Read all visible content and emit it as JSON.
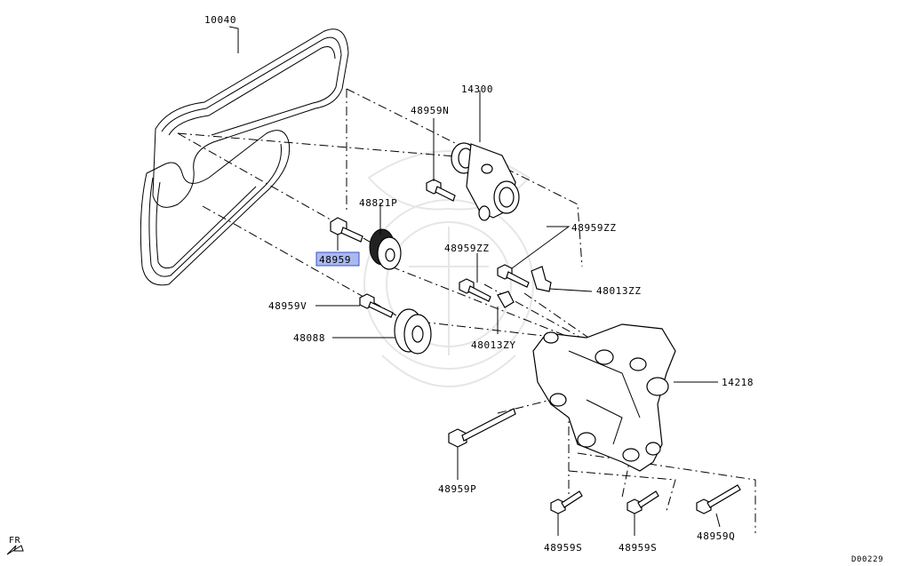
{
  "diagram": {
    "labels": {
      "belt": "10040",
      "tensioner": "14300",
      "tensioner_bolt": "48959N",
      "idler_pulley_grooved": "48821P",
      "idler_bolt_highlight": "48959",
      "bolt_zz": "48959ZZ",
      "bracket_zz": "48013ZZ",
      "bracket_zy": "48013ZY",
      "bolt_v": "48959V",
      "idler_pulley_smooth": "48088",
      "main_bracket": "14218",
      "bolt_p": "48959P",
      "bolt_s1": "48959S",
      "bolt_s2": "48959S",
      "bolt_q": "48959Q",
      "front_indicator": "FR",
      "diagram_code": "D00229"
    },
    "highlight_color": "#a9b9ef"
  }
}
